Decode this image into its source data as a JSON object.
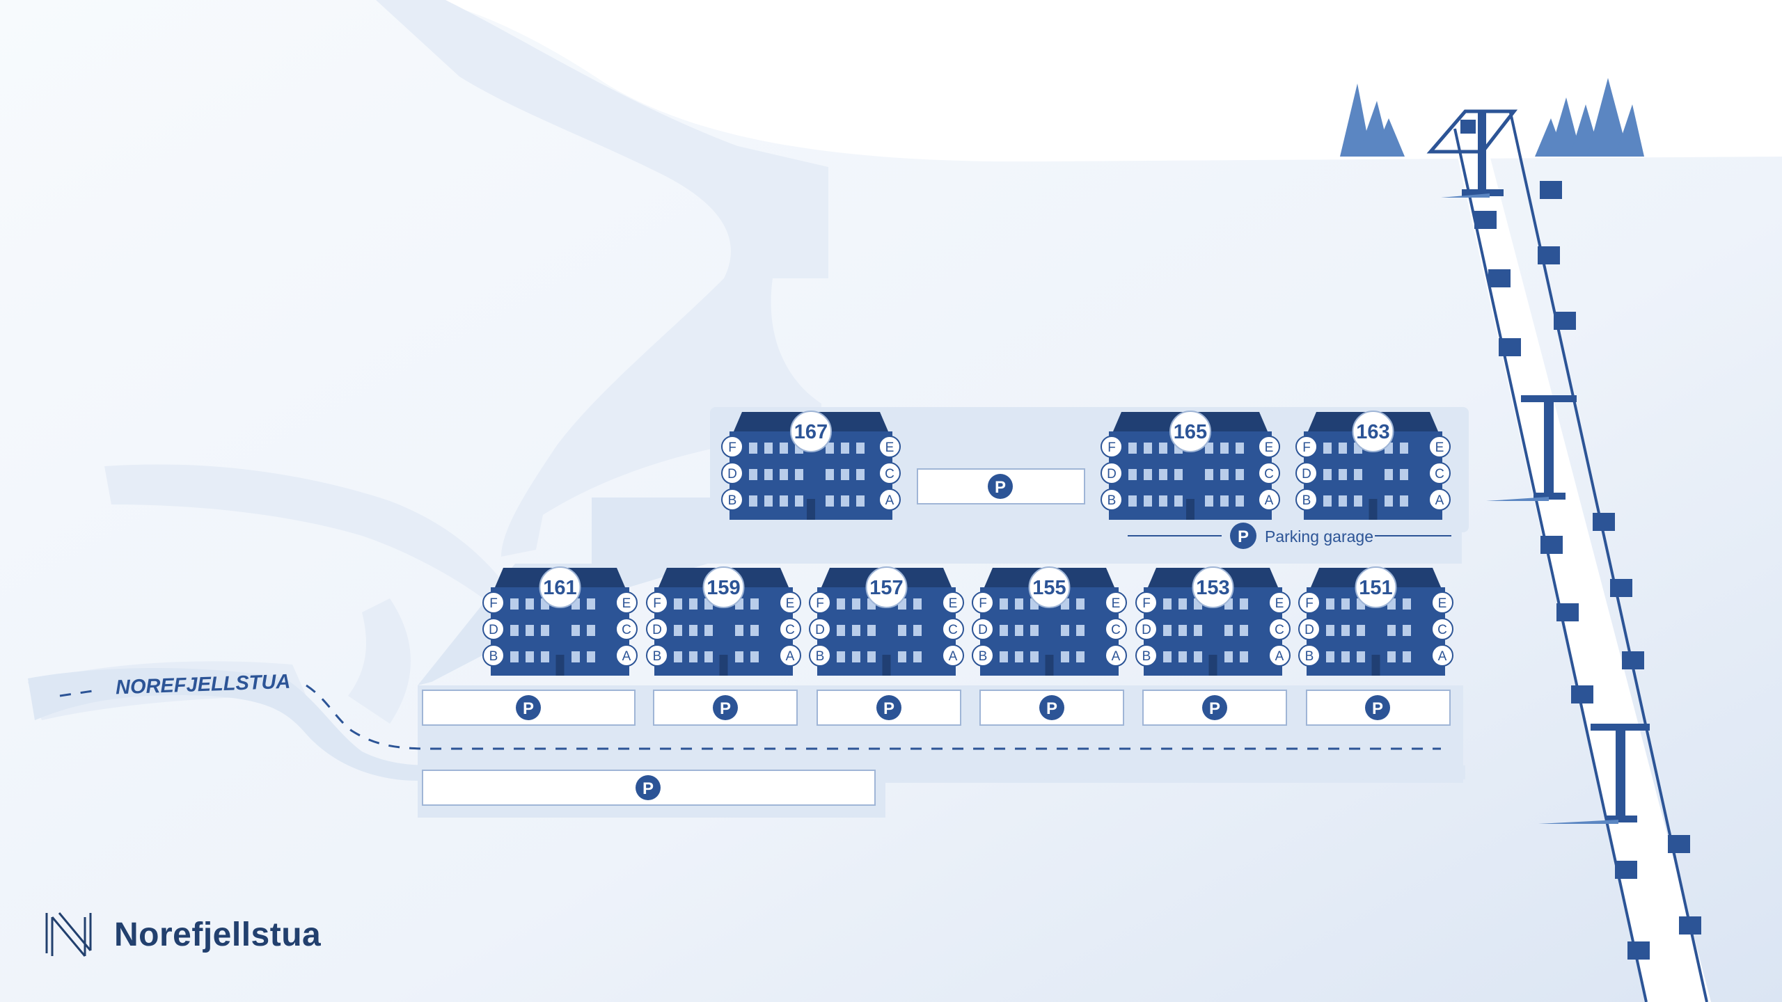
{
  "map": {
    "road_label": "NOREFJELLSTUA",
    "parking_symbol": "P",
    "parking_garage_label": "Parking garage",
    "entrance_letters_left": [
      "F",
      "D",
      "B"
    ],
    "entrance_letters_right": [
      "E",
      "C",
      "A"
    ],
    "buildings": [
      {
        "number": "167"
      },
      {
        "number": "165"
      },
      {
        "number": "163"
      },
      {
        "number": "161"
      },
      {
        "number": "159"
      },
      {
        "number": "157"
      },
      {
        "number": "155"
      },
      {
        "number": "153"
      },
      {
        "number": "151"
      }
    ],
    "icons": [
      "trees-icon",
      "chairlift-icon",
      "parking-icon",
      "building-icon",
      "brand-logo-icon"
    ]
  },
  "brand": {
    "name": "Norefjellstua"
  },
  "colors": {
    "background": "#f3f7fc",
    "road": "#dde7f4",
    "building": "#2c5496",
    "building_dark": "#203f73",
    "accent": "#2c5496",
    "lift_track": "#ffffff",
    "trees": "#5b86c2"
  }
}
